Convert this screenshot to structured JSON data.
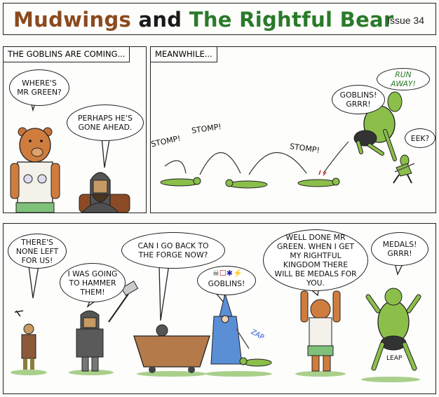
{
  "header": {
    "title_part1": "Mudwings",
    "title_part2": " and ",
    "title_part3": "The Rightful Bear",
    "issue": "Issue 34",
    "colors": {
      "mudwings": "#8b4a1e",
      "and": "#1a1a1a",
      "rightful_bear": "#2a7a2a"
    }
  },
  "panel1": {
    "caption": "THE GOBLINS ARE COMING...",
    "bubble1": "WHERE'S MR GREEN?",
    "bubble2": "PERHAPS HE'S GONE AHEAD."
  },
  "panel2": {
    "caption": "MEANWHILE...",
    "sfx1": "STOMP!",
    "sfx2": "STOMP!",
    "sfx3": "STOMP!",
    "bubble_run": "RUN AWAY!",
    "bubble_goblins": "GOBLINS! GRRR!",
    "bubble_eek": "EEK?"
  },
  "panel3": {
    "bubble_none_left": "THERE'S NONE LEFT FOR US!",
    "bubble_hammer": "I WAS GOING TO HAMMER THEM!",
    "bubble_forge": "CAN I GO BACK TO THE FORGE NOW?",
    "bubble_goblins": "GOBLINS!",
    "bubble_well_done": "WELL DONE MR GREEN. WHEN I GET MY RIGHTFUL KINGDOM THERE WILL BE MEDALS FOR YOU.",
    "bubble_medals": "MEDALS! GRRR!",
    "sfx_zap": "ZAP",
    "sfx_leap": "LEAP"
  }
}
